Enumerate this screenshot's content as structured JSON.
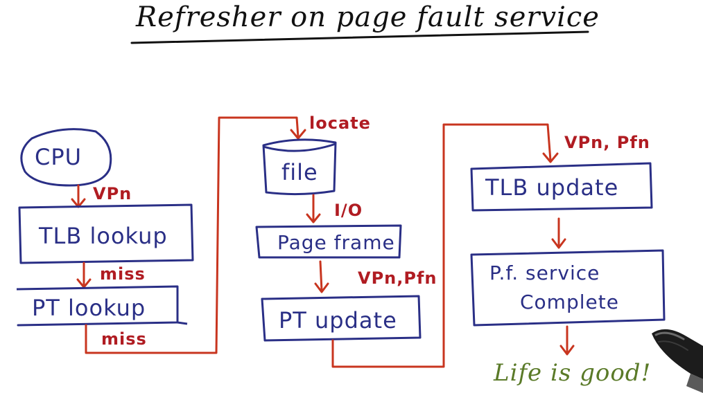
{
  "title": "Refresher on page fault service",
  "nodes": {
    "cpu": "CPU",
    "tlb_lookup": "TLB lookup",
    "pt_lookup": "PT lookup",
    "file": "file",
    "page_frame": "Page frame",
    "pt_update": "PT update",
    "tlb_update": "TLB update",
    "pf_service_line1": "P.f. service",
    "pf_service_line2": "Complete"
  },
  "edge_labels": {
    "cpu_to_tlb": "VPn",
    "tlb_to_pt": "miss",
    "pt_out": "miss",
    "to_file": "locate",
    "file_to_frame": "I/O",
    "frame_to_pt_update": "VPn,Pfn",
    "to_tlb_update": "VPn, Pfn"
  },
  "final": "Life is good!",
  "colors": {
    "box": "#2a2f86",
    "flow": "#c8351f",
    "label": "#b01c22",
    "final": "#5a7a28"
  }
}
